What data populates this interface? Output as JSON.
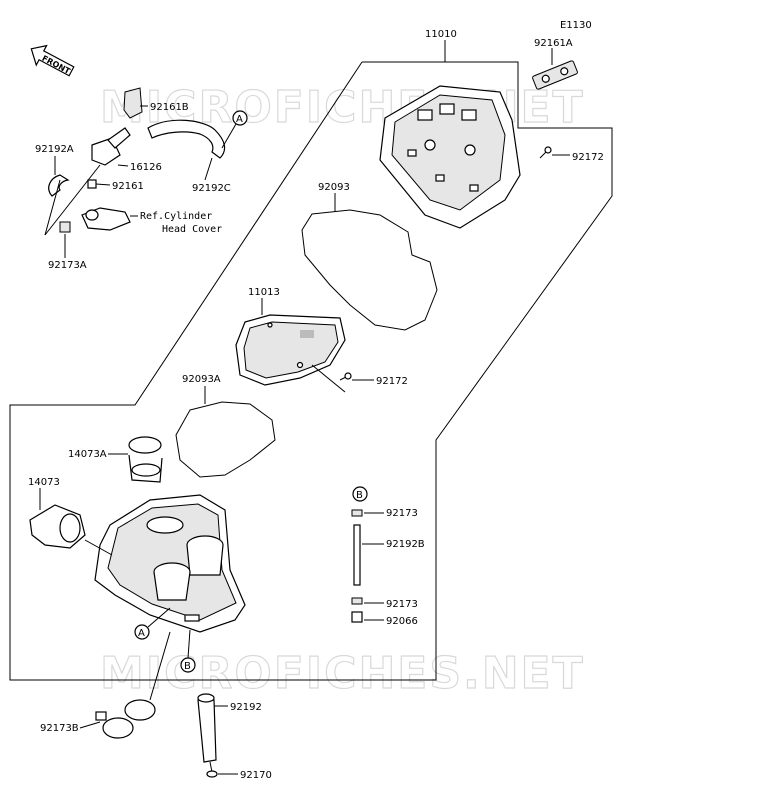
{
  "watermark": "MICROFICHES.NET",
  "front_label": "FRONT",
  "callouts": {
    "a": "A",
    "b": "B"
  },
  "parts": {
    "p11010": "11010",
    "e1130": "E1130",
    "p92161a": "92161A",
    "p92161b": "92161B",
    "p92192a": "92192A",
    "p16126": "16126",
    "p92161": "92161",
    "p92192c": "92192C",
    "p92172_top": "92172",
    "p92093": "92093",
    "p92173a": "92173A",
    "ref_line1": "Ref.Cylinder",
    "ref_line2": "Head Cover",
    "p11013": "11013",
    "p92172_mid": "92172",
    "p92093a": "92093A",
    "p14073a": "14073A",
    "p14073": "14073",
    "p92173_top": "92173",
    "p92192b": "92192B",
    "p92173_bot": "92173",
    "p92066": "92066",
    "p92192": "92192",
    "p92173b": "92173B",
    "p92170": "92170"
  }
}
